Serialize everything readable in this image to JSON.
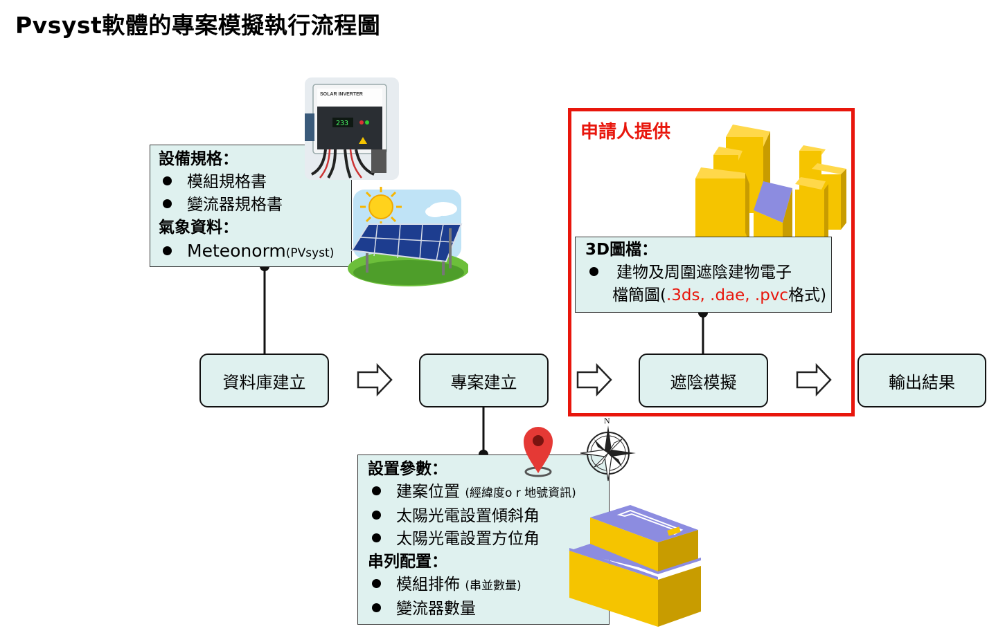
{
  "title": "Pvsyst軟體的專案模擬執行流程圖",
  "equipment_box": {
    "heading1": "設備規格：",
    "items1": [
      "模組規格書",
      "變流器規格書"
    ],
    "heading2": "氣象資料：",
    "item2_main": "Meteonorm",
    "item2_small": "(PVsyst)"
  },
  "applicant_label": "申請人提供",
  "model3d_box": {
    "heading": "3D圖檔：",
    "line1": "建物及周圍遮陰建物電子",
    "line2_prefix": "檔簡圖(",
    "line2_formats": ".3ds, .dae, .pvc",
    "line2_suffix": "格式)"
  },
  "process_steps": [
    "資料庫建立",
    "專案建立",
    "遮陰模擬",
    "輸出結果"
  ],
  "setup_box": {
    "heading1": "設置參數：",
    "item1_main": "建案位置",
    "item1_small": "(經緯度o r 地號資訊)",
    "item2": "太陽光電設置傾斜角",
    "item3": "太陽光電設置方位角",
    "heading2": "串列配置：",
    "item4_main": "模組排佈",
    "item4_small": "(串並數量)",
    "item5": "變流器數量"
  },
  "inverter_label": "SOLAR INVERTER",
  "inverter_display": "233",
  "compass_label": "N",
  "colors": {
    "box_fill": "#dff1ef",
    "highlight_red": "#e8160c",
    "building_yellow": "#f5c400",
    "building_roof": "#8c8ce0"
  },
  "icons": [
    "solar-inverter-icon",
    "solar-panel-icon",
    "sun-icon",
    "map-pin-icon",
    "compass-icon",
    "building-3d-icon",
    "arrow-right-icon"
  ]
}
